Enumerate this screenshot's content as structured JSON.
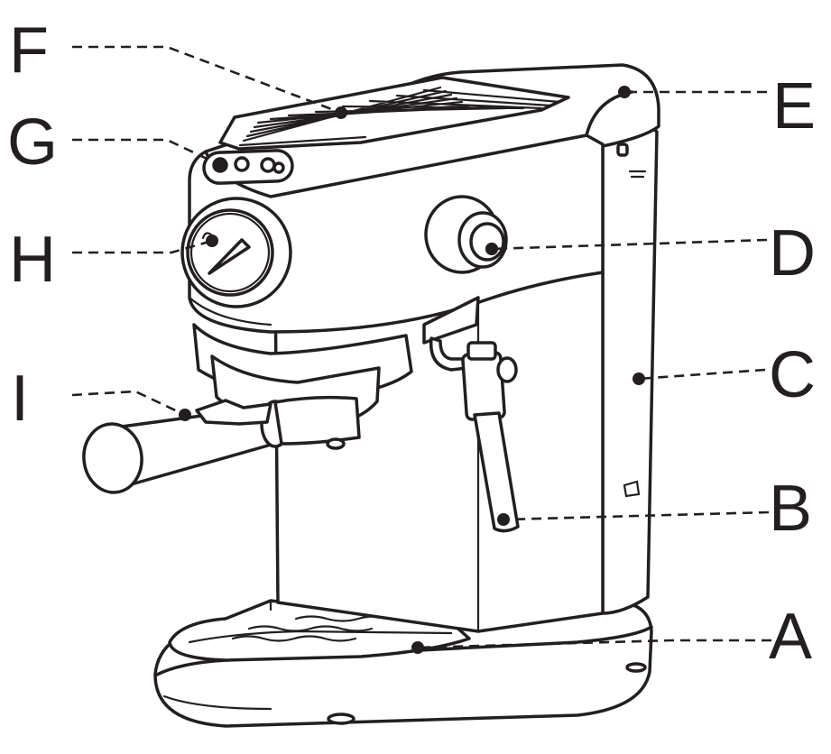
{
  "callouts": [
    {
      "id": "A",
      "label": "A"
    },
    {
      "id": "B",
      "label": "B"
    },
    {
      "id": "C",
      "label": "C"
    },
    {
      "id": "D",
      "label": "D"
    },
    {
      "id": "E",
      "label": "E"
    },
    {
      "id": "F",
      "label": "F"
    },
    {
      "id": "G",
      "label": "G"
    },
    {
      "id": "H",
      "label": "H"
    },
    {
      "id": "I",
      "label": "I"
    }
  ],
  "colors": {
    "line": "#231f20",
    "background": "#ffffff"
  }
}
